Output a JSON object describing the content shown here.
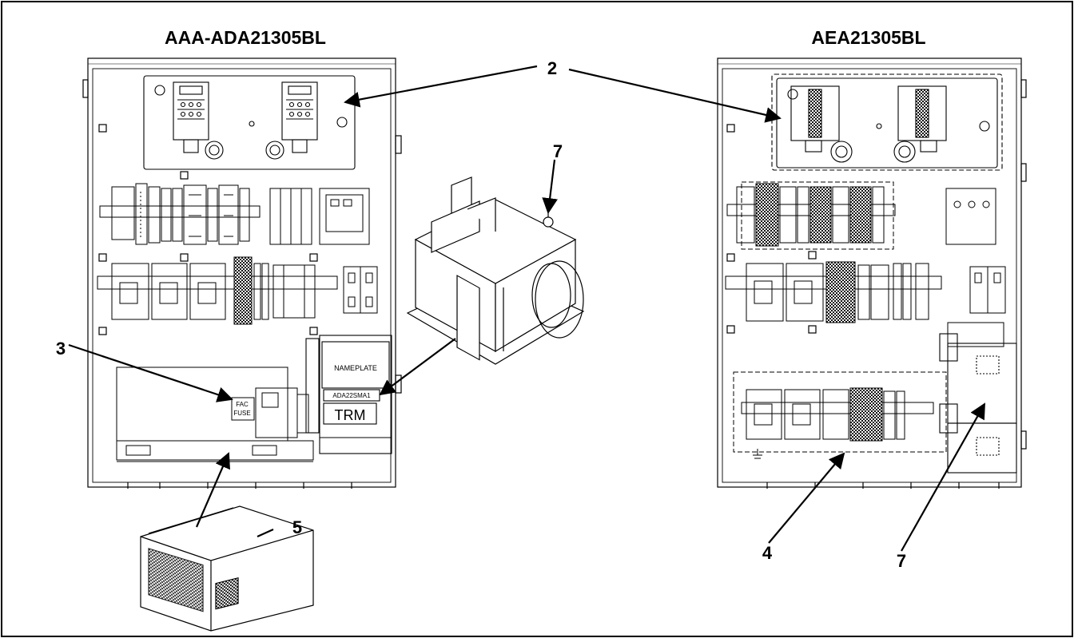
{
  "titles": {
    "left_panel": "AAA-ADA21305BL",
    "right_panel": "AEA21305BL"
  },
  "callouts": {
    "c2": "2",
    "c3": "3",
    "c4": "4",
    "c5": "5",
    "c7_top": "7",
    "c7_right": "7"
  },
  "labels": {
    "nameplate": "NAMEPLATE",
    "part_number": "ADA22SMA1",
    "trm": "TRM",
    "fac": "FAC",
    "fuse": "FUSE"
  }
}
